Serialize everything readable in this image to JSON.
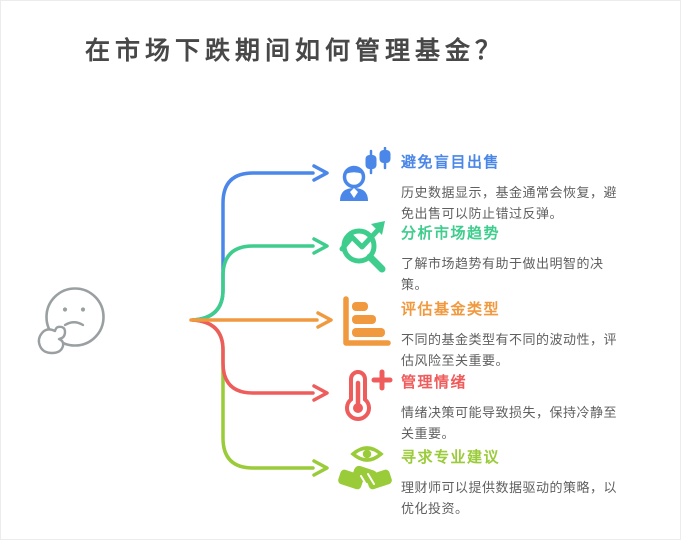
{
  "title": "在市场下跌期间如何管理基金？",
  "center": {
    "icon": "thinking-face",
    "color": "#9aa0a2"
  },
  "branches": [
    {
      "title": "避免盲目出售",
      "description": "历史数据显示，基金通常会恢复，避免出售可以防止错过反弹。",
      "color": "#4a87e8",
      "icon": "person-candlestick"
    },
    {
      "title": "分析市场趋势",
      "description": "了解市场趋势有助于做出明智的决策。",
      "color": "#3ecd8d",
      "icon": "magnifier-trend-arrow"
    },
    {
      "title": "评估基金类型",
      "description": "不同的基金类型有不同的波动性，评估风险至关重要。",
      "color": "#f0993f",
      "icon": "horizontal-bar-chart"
    },
    {
      "title": "管理情绪",
      "description": "情绪决策可能导致损失，保持冷静至关重要。",
      "color": "#ee5c5c",
      "icon": "thermometer-plus"
    },
    {
      "title": "寻求专业建议",
      "description": "理财师可以提供数据驱动的策略，以优化投资。",
      "color": "#9acb38",
      "icon": "eye-handshake"
    }
  ]
}
